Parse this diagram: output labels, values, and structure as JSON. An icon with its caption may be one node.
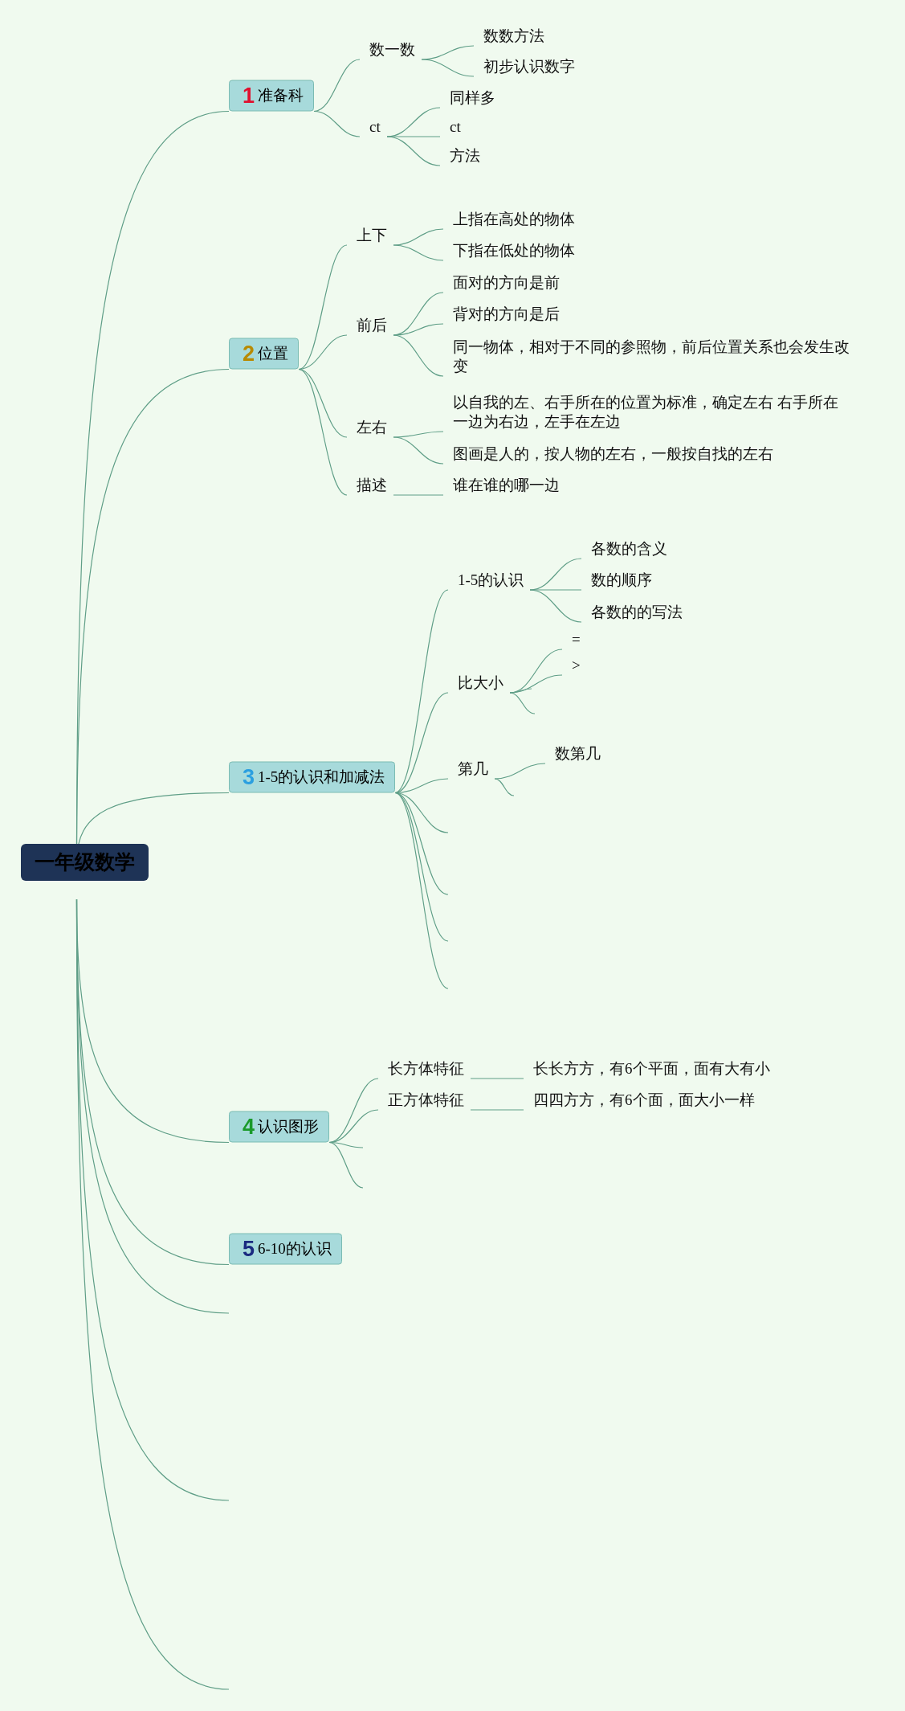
{
  "diagram": {
    "nodes": [
      {
        "text": [
          "一年级数学"
        ]
      },
      {
        "text": [
          "1",
          "准备科"
        ]
      },
      {
        "text": [
          "数一数"
        ]
      },
      {
        "text": [
          "数数方法"
        ]
      },
      {
        "text": [
          "初步认识数字"
        ]
      },
      {
        "text": [
          "ct"
        ]
      },
      {
        "text": [
          "同样多"
        ]
      },
      {
        "text": [
          "ct"
        ]
      },
      {
        "text": [
          "方法"
        ]
      },
      {
        "text": [
          "2",
          "位置"
        ]
      },
      {
        "text": [
          "上下"
        ]
      },
      {
        "text": [
          "上指在高处的物体"
        ]
      },
      {
        "text": [
          "下指在低处的物体"
        ]
      },
      {
        "text": [
          "前后"
        ]
      },
      {
        "text": [
          "面对的方向是前"
        ]
      },
      {
        "text": [
          "背对的方向是后"
        ]
      },
      {
        "text": [
          "同一物体，相对于不同的参照物，前后位置关系也会发生改变"
        ]
      },
      {
        "text": [
          "左右"
        ]
      },
      {
        "text": [
          "以自我的左、右手所在的位置为标准，确定左右 右手所在一边为右边，左手在左边"
        ]
      },
      {
        "text": [
          "图画是人的，按人物的左右，一般按自找的左右"
        ]
      },
      {
        "text": [
          "描述"
        ]
      },
      {
        "text": [
          "谁在谁的哪一边"
        ]
      },
      {
        "text": [
          "3",
          "1-5的认识和加减法"
        ]
      },
      {
        "text": [
          "1-5的认识"
        ]
      },
      {
        "text": [
          "各数的含义"
        ]
      },
      {
        "text": [
          "数的顺序"
        ]
      },
      {
        "text": [
          "各数的的写法"
        ]
      },
      {
        "text": [
          "比大小"
        ]
      },
      {
        "text": [
          "="
        ]
      },
      {
        "text": [
          ">"
        ]
      },
      {
        "text": [
          "第几"
        ]
      },
      {
        "text": [
          "数第几"
        ]
      },
      {
        "text": [
          "4",
          "认识图形"
        ]
      },
      {
        "text": [
          "长方体特征"
        ]
      },
      {
        "text": [
          "长长方方，有6个平面，面有大有小"
        ]
      },
      {
        "text": [
          "正方体特征"
        ]
      },
      {
        "text": [
          "四四方方，有6个面，面大小一样"
        ]
      },
      {
        "text": [
          "5",
          "6-10的认识"
        ]
      }
    ],
    "edges": [
      {
        "from": 0,
        "to": 1,
        "arrow": "none"
      },
      {
        "from": 1,
        "to": 2,
        "arrow": "none"
      },
      {
        "from": 2,
        "to": 3,
        "arrow": "none"
      },
      {
        "from": 2,
        "to": 4,
        "arrow": "none"
      },
      {
        "from": 1,
        "to": 5,
        "arrow": "none"
      },
      {
        "from": 5,
        "to": 6,
        "arrow": "none"
      },
      {
        "from": 5,
        "to": 7,
        "arrow": "none"
      },
      {
        "from": 5,
        "to": 8,
        "arrow": "none"
      },
      {
        "from": 0,
        "to": 9,
        "arrow": "none"
      },
      {
        "from": 9,
        "to": 10,
        "arrow": "none"
      },
      {
        "from": 10,
        "to": 11,
        "arrow": "none"
      },
      {
        "from": 10,
        "to": 12,
        "arrow": "none"
      },
      {
        "from": 9,
        "to": 13,
        "arrow": "none"
      },
      {
        "from": 13,
        "to": 14,
        "arrow": "none"
      },
      {
        "from": 13,
        "to": 15,
        "arrow": "none"
      },
      {
        "from": 13,
        "to": 16,
        "arrow": "none"
      },
      {
        "from": 9,
        "to": 17,
        "arrow": "none"
      },
      {
        "from": 17,
        "to": 18,
        "arrow": "none"
      },
      {
        "from": 17,
        "to": 19,
        "arrow": "none"
      },
      {
        "from": 9,
        "to": 20,
        "arrow": "none"
      },
      {
        "from": 20,
        "to": 21,
        "arrow": "none"
      },
      {
        "from": 0,
        "to": 22,
        "arrow": "none"
      },
      {
        "from": 22,
        "to": 23,
        "arrow": "none"
      },
      {
        "from": 23,
        "to": 24,
        "arrow": "none"
      },
      {
        "from": 23,
        "to": 25,
        "arrow": "none"
      },
      {
        "from": 23,
        "to": 26,
        "arrow": "none"
      },
      {
        "from": 22,
        "to": 27,
        "arrow": "none"
      },
      {
        "from": 27,
        "to": 28,
        "arrow": "none"
      },
      {
        "from": 27,
        "to": 29,
        "arrow": "none"
      },
      {
        "from": 27,
        "to": null,
        "arrow": "none"
      },
      {
        "from": 27,
        "to": null,
        "arrow": "none"
      },
      {
        "from": 22,
        "to": 30,
        "arrow": "none"
      },
      {
        "from": 30,
        "to": 31,
        "arrow": "none"
      },
      {
        "from": 30,
        "to": null,
        "arrow": "none"
      },
      {
        "from": 22,
        "to": null,
        "arrow": "none"
      },
      {
        "from": 22,
        "to": null,
        "arrow": "none"
      },
      {
        "from": 22,
        "to": null,
        "arrow": "none"
      },
      {
        "from": 22,
        "to": null,
        "arrow": "none"
      },
      {
        "from": 0,
        "to": 32,
        "arrow": "none"
      },
      {
        "from": 32,
        "to": 33,
        "arrow": "none"
      },
      {
        "from": 33,
        "to": 34,
        "arrow": "none"
      },
      {
        "from": 32,
        "to": 35,
        "arrow": "none"
      },
      {
        "from": 35,
        "to": 36,
        "arrow": "none"
      },
      {
        "from": 32,
        "to": null,
        "arrow": "none"
      },
      {
        "from": 32,
        "to": null,
        "arrow": "none"
      },
      {
        "from": 0,
        "to": 37,
        "arrow": "none"
      },
      {
        "from": 0,
        "to": null,
        "arrow": "none"
      },
      {
        "from": 0,
        "to": null,
        "arrow": "none"
      },
      {
        "from": 0,
        "to": null,
        "arrow": "none"
      }
    ]
  }
}
